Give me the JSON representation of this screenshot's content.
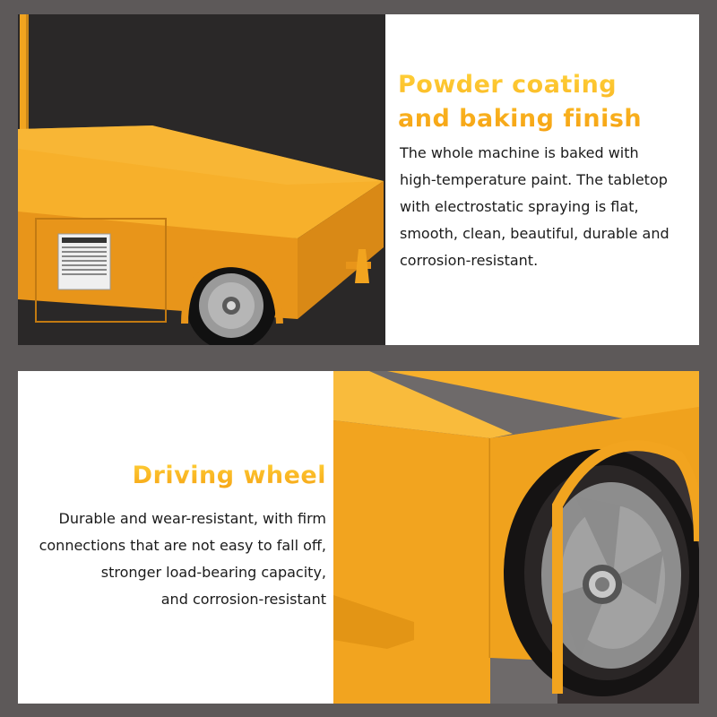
{
  "top": {
    "heading_lines": [
      "Powder coating",
      "and baking finish"
    ],
    "body_lines": [
      "The whole machine is baked with",
      "high-temperature paint. The tabletop",
      "with electrostatic spraying is flat,",
      "smooth, clean, beautiful, durable and",
      "corrosion-resistant."
    ]
  },
  "bottom": {
    "heading": "Driving wheel",
    "body_lines": [
      "Durable and wear-resistant, with firm",
      "connections that are not easy to fall off,",
      "stronger load-bearing capacity,",
      "and corrosion-resistant"
    ]
  },
  "colors": {
    "heading_gradient_top": "#ffd23a",
    "heading_gradient_bottom": "#f59f10",
    "machine_yellow": "#f3a520",
    "frame_gray": "#5d5959"
  }
}
